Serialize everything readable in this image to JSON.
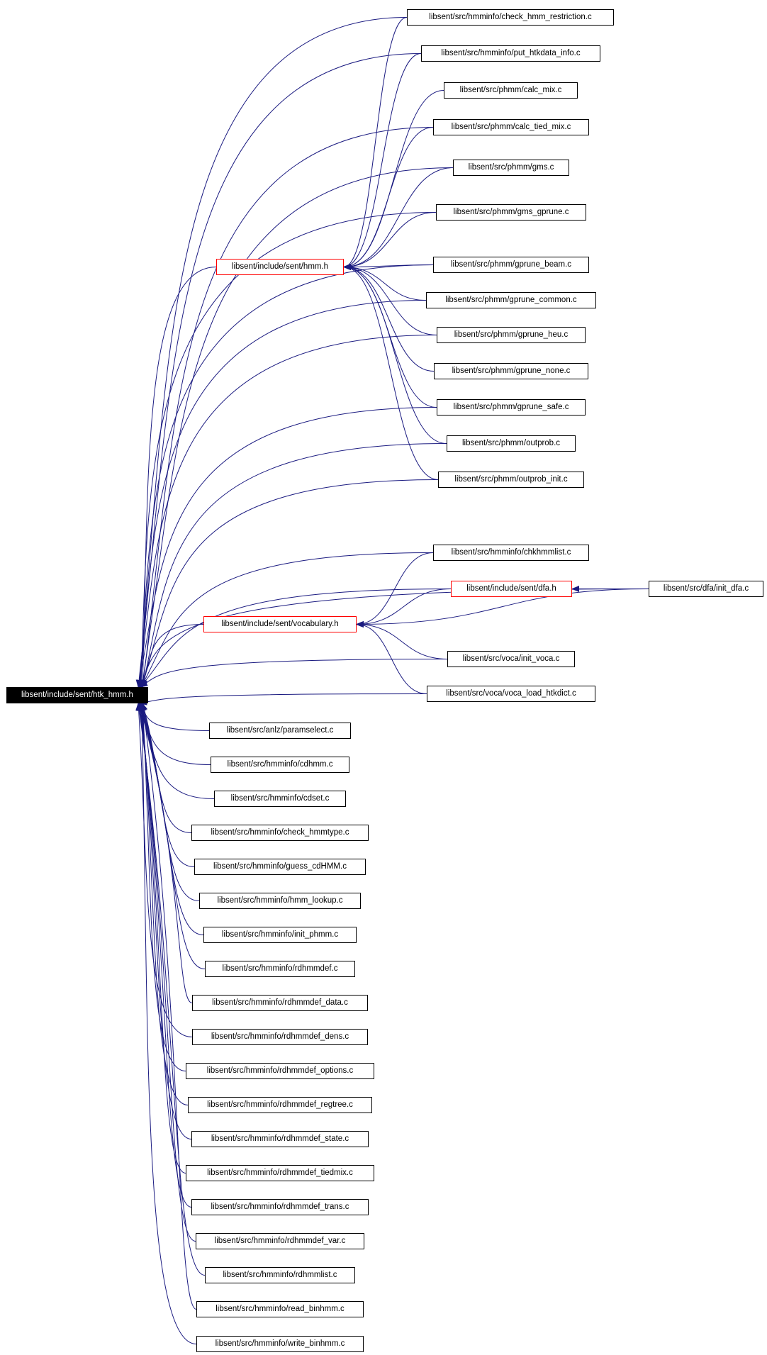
{
  "graph": {
    "edge_color": "#1a1a80",
    "highlight_color": "#ff0000",
    "root": {
      "id": "htk_hmm",
      "label": "libsent/include/sent/htk_hmm.h"
    },
    "nodes": [
      {
        "id": "htk_hmm",
        "label": "libsent/include/sent/htk_hmm.h",
        "style": "root"
      },
      {
        "id": "hmm_h",
        "label": "libsent/include/sent/hmm.h",
        "style": "red"
      },
      {
        "id": "vocab_h",
        "label": "libsent/include/sent/vocabulary.h",
        "style": "red"
      },
      {
        "id": "dfa_h",
        "label": "libsent/include/sent/dfa.h",
        "style": "red"
      },
      {
        "id": "check_hmm_restriction",
        "label": "libsent/src/hmminfo/check_hmm_restriction.c"
      },
      {
        "id": "put_htkdata_info",
        "label": "libsent/src/hmminfo/put_htkdata_info.c"
      },
      {
        "id": "calc_mix",
        "label": "libsent/src/phmm/calc_mix.c"
      },
      {
        "id": "calc_tied_mix",
        "label": "libsent/src/phmm/calc_tied_mix.c"
      },
      {
        "id": "gms",
        "label": "libsent/src/phmm/gms.c"
      },
      {
        "id": "gms_gprune",
        "label": "libsent/src/phmm/gms_gprune.c"
      },
      {
        "id": "gprune_beam",
        "label": "libsent/src/phmm/gprune_beam.c"
      },
      {
        "id": "gprune_common",
        "label": "libsent/src/phmm/gprune_common.c"
      },
      {
        "id": "gprune_heu",
        "label": "libsent/src/phmm/gprune_heu.c"
      },
      {
        "id": "gprune_none",
        "label": "libsent/src/phmm/gprune_none.c"
      },
      {
        "id": "gprune_safe",
        "label": "libsent/src/phmm/gprune_safe.c"
      },
      {
        "id": "outprob",
        "label": "libsent/src/phmm/outprob.c"
      },
      {
        "id": "outprob_init",
        "label": "libsent/src/phmm/outprob_init.c"
      },
      {
        "id": "chkhmmlist",
        "label": "libsent/src/hmminfo/chkhmmlist.c"
      },
      {
        "id": "init_dfa",
        "label": "libsent/src/dfa/init_dfa.c"
      },
      {
        "id": "init_voca",
        "label": "libsent/src/voca/init_voca.c"
      },
      {
        "id": "voca_load_htkdict",
        "label": "libsent/src/voca/voca_load_htkdict.c"
      },
      {
        "id": "paramselect",
        "label": "libsent/src/anlz/paramselect.c"
      },
      {
        "id": "cdhmm",
        "label": "libsent/src/hmminfo/cdhmm.c"
      },
      {
        "id": "cdset",
        "label": "libsent/src/hmminfo/cdset.c"
      },
      {
        "id": "check_hmmtype",
        "label": "libsent/src/hmminfo/check_hmmtype.c"
      },
      {
        "id": "guess_cdhmm",
        "label": "libsent/src/hmminfo/guess_cdHMM.c"
      },
      {
        "id": "hmm_lookup",
        "label": "libsent/src/hmminfo/hmm_lookup.c"
      },
      {
        "id": "init_phmm",
        "label": "libsent/src/hmminfo/init_phmm.c"
      },
      {
        "id": "rdhmmdef",
        "label": "libsent/src/hmminfo/rdhmmdef.c"
      },
      {
        "id": "rdhmmdef_data",
        "label": "libsent/src/hmminfo/rdhmmdef_data.c"
      },
      {
        "id": "rdhmmdef_dens",
        "label": "libsent/src/hmminfo/rdhmmdef_dens.c"
      },
      {
        "id": "rdhmmdef_options",
        "label": "libsent/src/hmminfo/rdhmmdef_options.c"
      },
      {
        "id": "rdhmmdef_regtree",
        "label": "libsent/src/hmminfo/rdhmmdef_regtree.c"
      },
      {
        "id": "rdhmmdef_state",
        "label": "libsent/src/hmminfo/rdhmmdef_state.c"
      },
      {
        "id": "rdhmmdef_tiedmix",
        "label": "libsent/src/hmminfo/rdhmmdef_tiedmix.c"
      },
      {
        "id": "rdhmmdef_trans",
        "label": "libsent/src/hmminfo/rdhmmdef_trans.c"
      },
      {
        "id": "rdhmmdef_var",
        "label": "libsent/src/hmminfo/rdhmmdef_var.c"
      },
      {
        "id": "rdhmmlist",
        "label": "libsent/src/hmminfo/rdhmmlist.c"
      },
      {
        "id": "read_binhmm",
        "label": "libsent/src/hmminfo/read_binhmm.c"
      },
      {
        "id": "write_binhmm",
        "label": "libsent/src/hmminfo/write_binhmm.c"
      }
    ],
    "edges": [
      {
        "from": "hmm_h",
        "to": "htk_hmm"
      },
      {
        "from": "vocab_h",
        "to": "htk_hmm"
      },
      {
        "from": "init_dfa",
        "to": "htk_hmm"
      },
      {
        "from": "init_voca",
        "to": "htk_hmm"
      },
      {
        "from": "voca_load_htkdict",
        "to": "htk_hmm"
      },
      {
        "from": "check_hmm_restriction",
        "to": "htk_hmm"
      },
      {
        "from": "put_htkdata_info",
        "to": "htk_hmm"
      },
      {
        "from": "calc_tied_mix",
        "to": "htk_hmm"
      },
      {
        "from": "gms",
        "to": "htk_hmm"
      },
      {
        "from": "gms_gprune",
        "to": "htk_hmm"
      },
      {
        "from": "gprune_beam",
        "to": "htk_hmm"
      },
      {
        "from": "gprune_common",
        "to": "htk_hmm"
      },
      {
        "from": "gprune_heu",
        "to": "htk_hmm"
      },
      {
        "from": "gprune_safe",
        "to": "htk_hmm"
      },
      {
        "from": "outprob",
        "to": "htk_hmm"
      },
      {
        "from": "outprob_init",
        "to": "htk_hmm"
      },
      {
        "from": "chkhmmlist",
        "to": "htk_hmm"
      },
      {
        "from": "dfa_h",
        "to": "htk_hmm"
      },
      {
        "from": "paramselect",
        "to": "htk_hmm"
      },
      {
        "from": "cdhmm",
        "to": "htk_hmm"
      },
      {
        "from": "cdset",
        "to": "htk_hmm"
      },
      {
        "from": "check_hmmtype",
        "to": "htk_hmm"
      },
      {
        "from": "guess_cdhmm",
        "to": "htk_hmm"
      },
      {
        "from": "hmm_lookup",
        "to": "htk_hmm"
      },
      {
        "from": "init_phmm",
        "to": "htk_hmm"
      },
      {
        "from": "rdhmmdef",
        "to": "htk_hmm"
      },
      {
        "from": "rdhmmdef_data",
        "to": "htk_hmm"
      },
      {
        "from": "rdhmmdef_dens",
        "to": "htk_hmm"
      },
      {
        "from": "rdhmmdef_options",
        "to": "htk_hmm"
      },
      {
        "from": "rdhmmdef_regtree",
        "to": "htk_hmm"
      },
      {
        "from": "rdhmmdef_state",
        "to": "htk_hmm"
      },
      {
        "from": "rdhmmdef_tiedmix",
        "to": "htk_hmm"
      },
      {
        "from": "rdhmmdef_trans",
        "to": "htk_hmm"
      },
      {
        "from": "rdhmmdef_var",
        "to": "htk_hmm"
      },
      {
        "from": "rdhmmlist",
        "to": "htk_hmm"
      },
      {
        "from": "read_binhmm",
        "to": "htk_hmm"
      },
      {
        "from": "write_binhmm",
        "to": "htk_hmm"
      },
      {
        "from": "check_hmm_restriction",
        "to": "hmm_h"
      },
      {
        "from": "put_htkdata_info",
        "to": "hmm_h"
      },
      {
        "from": "calc_mix",
        "to": "hmm_h"
      },
      {
        "from": "calc_tied_mix",
        "to": "hmm_h"
      },
      {
        "from": "gms",
        "to": "hmm_h"
      },
      {
        "from": "gms_gprune",
        "to": "hmm_h"
      },
      {
        "from": "gprune_beam",
        "to": "hmm_h"
      },
      {
        "from": "gprune_common",
        "to": "hmm_h"
      },
      {
        "from": "gprune_heu",
        "to": "hmm_h"
      },
      {
        "from": "gprune_none",
        "to": "hmm_h"
      },
      {
        "from": "gprune_safe",
        "to": "hmm_h"
      },
      {
        "from": "outprob",
        "to": "hmm_h"
      },
      {
        "from": "outprob_init",
        "to": "hmm_h"
      },
      {
        "from": "chkhmmlist",
        "to": "vocab_h"
      },
      {
        "from": "dfa_h",
        "to": "vocab_h"
      },
      {
        "from": "init_dfa",
        "to": "vocab_h"
      },
      {
        "from": "init_voca",
        "to": "vocab_h"
      },
      {
        "from": "voca_load_htkdict",
        "to": "vocab_h"
      },
      {
        "from": "init_dfa",
        "to": "dfa_h"
      }
    ]
  }
}
